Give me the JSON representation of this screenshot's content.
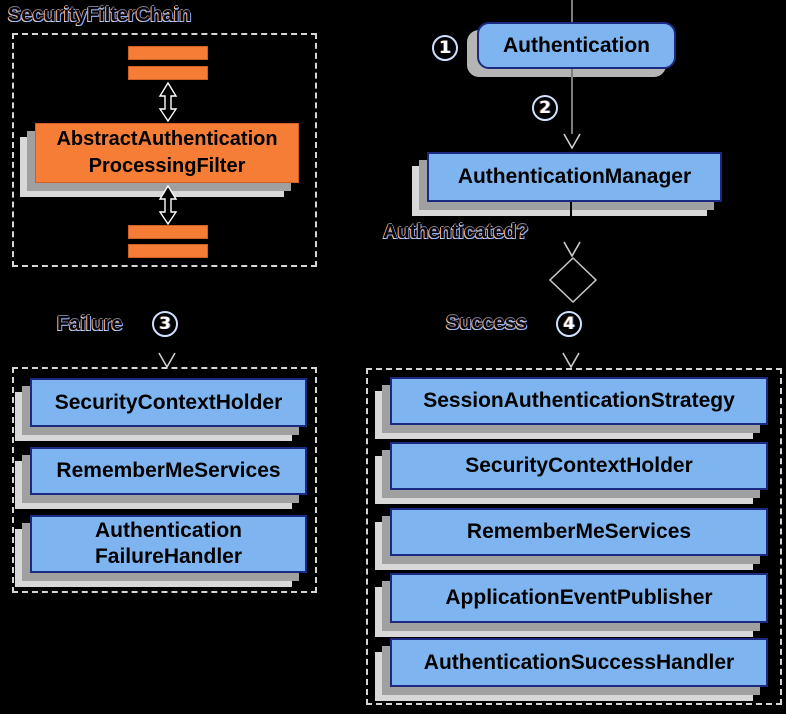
{
  "colors": {
    "background": "#000000",
    "blue_fill": "#7eb5f1",
    "blue_border": "#1b2a80",
    "orange_fill": "#f57d36",
    "orange_border": "#cf5f22",
    "shadow_near": "#a0a0a0",
    "shadow_far": "#d8d8d8",
    "dashed_border": "#d6d6d6",
    "connector_gray": "#7d7d7d",
    "arrowhead_outline": "#cccccc"
  },
  "security_filter_chain": {
    "title": "SecurityFilterChain",
    "filter_box_lines": [
      "AbstractAuthentication",
      "ProcessingFilter"
    ]
  },
  "flow": {
    "authentication_label": "Authentication",
    "authentication_manager_label": "AuthenticationManager",
    "authenticated_question": "Authenticated?",
    "failure_label": "Failure",
    "success_label": "Success",
    "step_numbers": [
      "1",
      "2",
      "3",
      "4"
    ]
  },
  "failure_panel": {
    "items": [
      [
        "SecurityContextHolder"
      ],
      [
        "RememberMeServices"
      ],
      [
        "Authentication",
        "FailureHandler"
      ]
    ]
  },
  "success_panel": {
    "items": [
      [
        "SessionAuthenticationStrategy"
      ],
      [
        "SecurityContextHolder"
      ],
      [
        "RememberMeServices"
      ],
      [
        "ApplicationEventPublisher"
      ],
      [
        "AuthenticationSuccessHandler"
      ]
    ]
  }
}
